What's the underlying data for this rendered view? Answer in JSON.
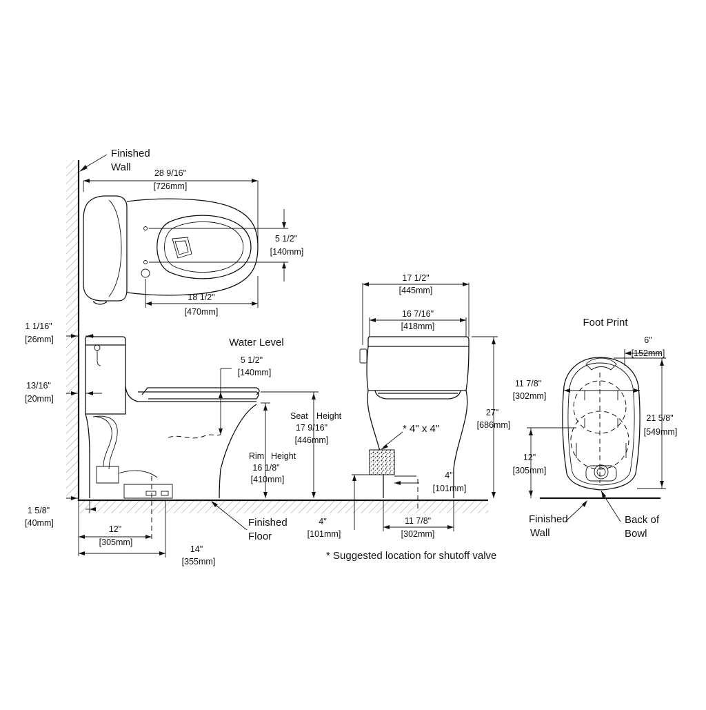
{
  "labels": {
    "finished_wall_top_1": "Finished",
    "finished_wall_top_2": "Wall",
    "water_level": "Water Level",
    "seat_height_1": "Seat",
    "seat_height_2": "Height",
    "rim_height_1": "Rim",
    "rim_height_2": "Height",
    "finished_floor_1": "Finished",
    "finished_floor_2": "Floor",
    "foot_print": "Foot Print",
    "finished_wall_fp_1": "Finished",
    "finished_wall_fp_2": "Wall",
    "back_of_bowl_1": "Back of",
    "back_of_bowl_2": "Bowl",
    "shutoff_box": "* 4\" x 4\"",
    "footnote": "* Suggested location for shutoff valve"
  },
  "dims": {
    "top_length_in": "28 9/16\"",
    "top_length_mm": "[726mm]",
    "top_width_in": "5 1/2\"",
    "top_width_mm": "[140mm]",
    "top_bolt_in": "18 1/2\"",
    "top_bolt_mm": "[470mm]",
    "gap_top_in": "1 1/16\"",
    "gap_top_mm": "[26mm]",
    "gap_mid_in": "13/16\"",
    "gap_mid_mm": "[20mm]",
    "water_in": "5 1/2\"",
    "water_mm": "[140mm]",
    "seat_in": "17 9/16\"",
    "seat_mm": "[446mm]",
    "rim_in": "16 1/8\"",
    "rim_mm": "[410mm]",
    "floor_gap_in": "1 5/8\"",
    "floor_gap_mm": "[40mm]",
    "roughin_in": "12\"",
    "roughin_mm": "[305mm]",
    "depth_in": "14\"",
    "depth_mm": "[355mm]",
    "front_w1_in": "17 1/2\"",
    "front_w1_mm": "[445mm]",
    "front_w2_in": "16 7/16\"",
    "front_w2_mm": "[418mm]",
    "height_in": "27\"",
    "height_mm": "[686mm]",
    "valve_h_in": "4\"",
    "valve_h_mm": "[101mm]",
    "valve_x_in": "4\"",
    "valve_x_mm": "[101mm]",
    "base_w_in": "11 7/8\"",
    "base_w_mm": "[302mm]",
    "fp_top_in": "6\"",
    "fp_top_mm": "[152mm]",
    "fp_w_in": "11 7/8\"",
    "fp_w_mm": "[302mm]",
    "fp_len_in": "21 5/8\"",
    "fp_len_mm": "[549mm]",
    "fp_roughin_in": "12\"",
    "fp_roughin_mm": "[305mm]"
  }
}
